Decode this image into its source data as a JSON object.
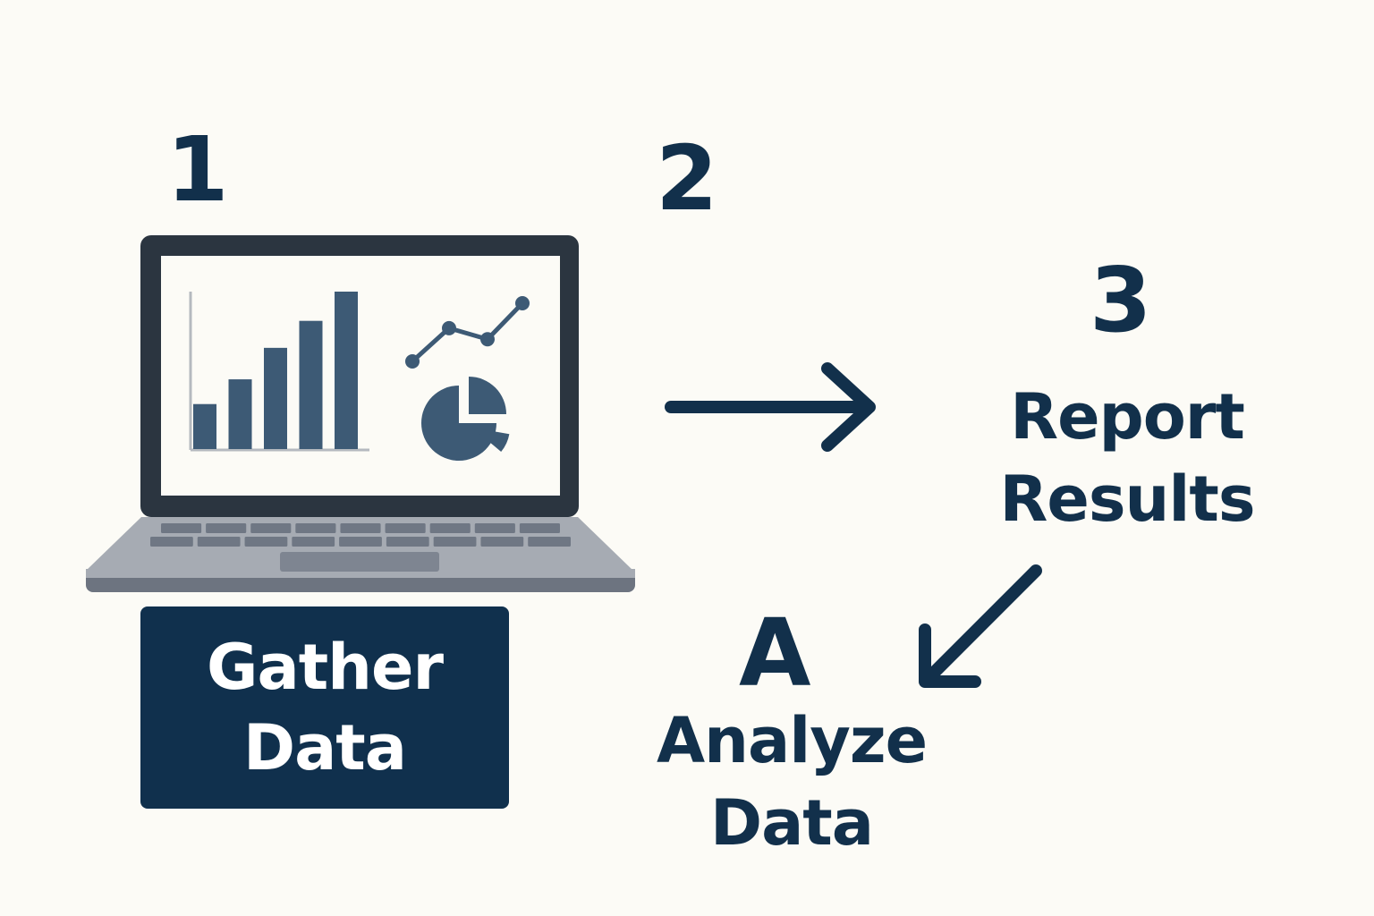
{
  "steps": {
    "step1": {
      "number": "1"
    },
    "step2": {
      "number": "2"
    },
    "step3": {
      "number": "3",
      "label_line1": "Report",
      "label_line2": "Results"
    },
    "stepA": {
      "letter": "A",
      "label_line1": "Analyze",
      "label_line2": "Data"
    }
  },
  "gather": {
    "label_line1": "Gather",
    "label_line2": "Data"
  },
  "laptop_screen": {
    "bar_chart": {
      "values": [
        2,
        3.1,
        4.5,
        5.7,
        7
      ]
    },
    "line_chart": {
      "values": [
        1,
        2.2,
        1.8,
        3.1
      ]
    },
    "pie_chart": {
      "slices": [
        0.75,
        0.25
      ]
    }
  },
  "colors": {
    "background": "#fcfbf6",
    "navy": "#12304b",
    "chart_fill": "#3d5a75",
    "laptop_frame": "#2b3540",
    "laptop_base": "#a6abb3"
  },
  "icons": {
    "laptop": "laptop-icon",
    "arrow_right": "arrow-right-icon",
    "arrow_down_left": "arrow-down-left-icon"
  }
}
